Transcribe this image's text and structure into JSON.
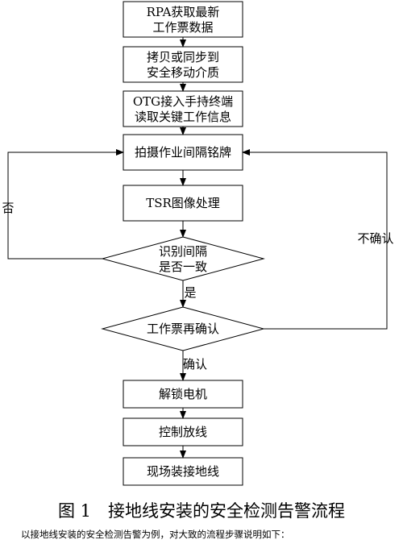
{
  "diagram": {
    "nodes": [
      {
        "id": "n1",
        "lines": [
          "RPA获取最新",
          "工作票数据"
        ]
      },
      {
        "id": "n2",
        "lines": [
          "拷贝或同步到",
          "安全移动介质"
        ]
      },
      {
        "id": "n3",
        "lines": [
          "OTG接入手持终端",
          "读取关键工作信息"
        ]
      },
      {
        "id": "n4",
        "lines": [
          "拍摄作业间隔铭牌"
        ]
      },
      {
        "id": "n5",
        "lines": [
          "TSR图像处理"
        ]
      },
      {
        "id": "d1",
        "lines": [
          "识别间隔",
          "是否一致"
        ]
      },
      {
        "id": "d2",
        "lines": [
          "工作票再确认"
        ]
      },
      {
        "id": "n6",
        "lines": [
          "解锁电机"
        ]
      },
      {
        "id": "n7",
        "lines": [
          "控制放线"
        ]
      },
      {
        "id": "n8",
        "lines": [
          "现场装接地线"
        ]
      }
    ],
    "edge_labels": {
      "no": "否",
      "yes": "是",
      "not_confirmed": "不确认",
      "confirmed": "确认"
    }
  },
  "caption": "图 1　接地线安装的安全检测告警流程",
  "note": "以接地线安装的安全检测告警为例，对大致的流程步骤说明如下："
}
